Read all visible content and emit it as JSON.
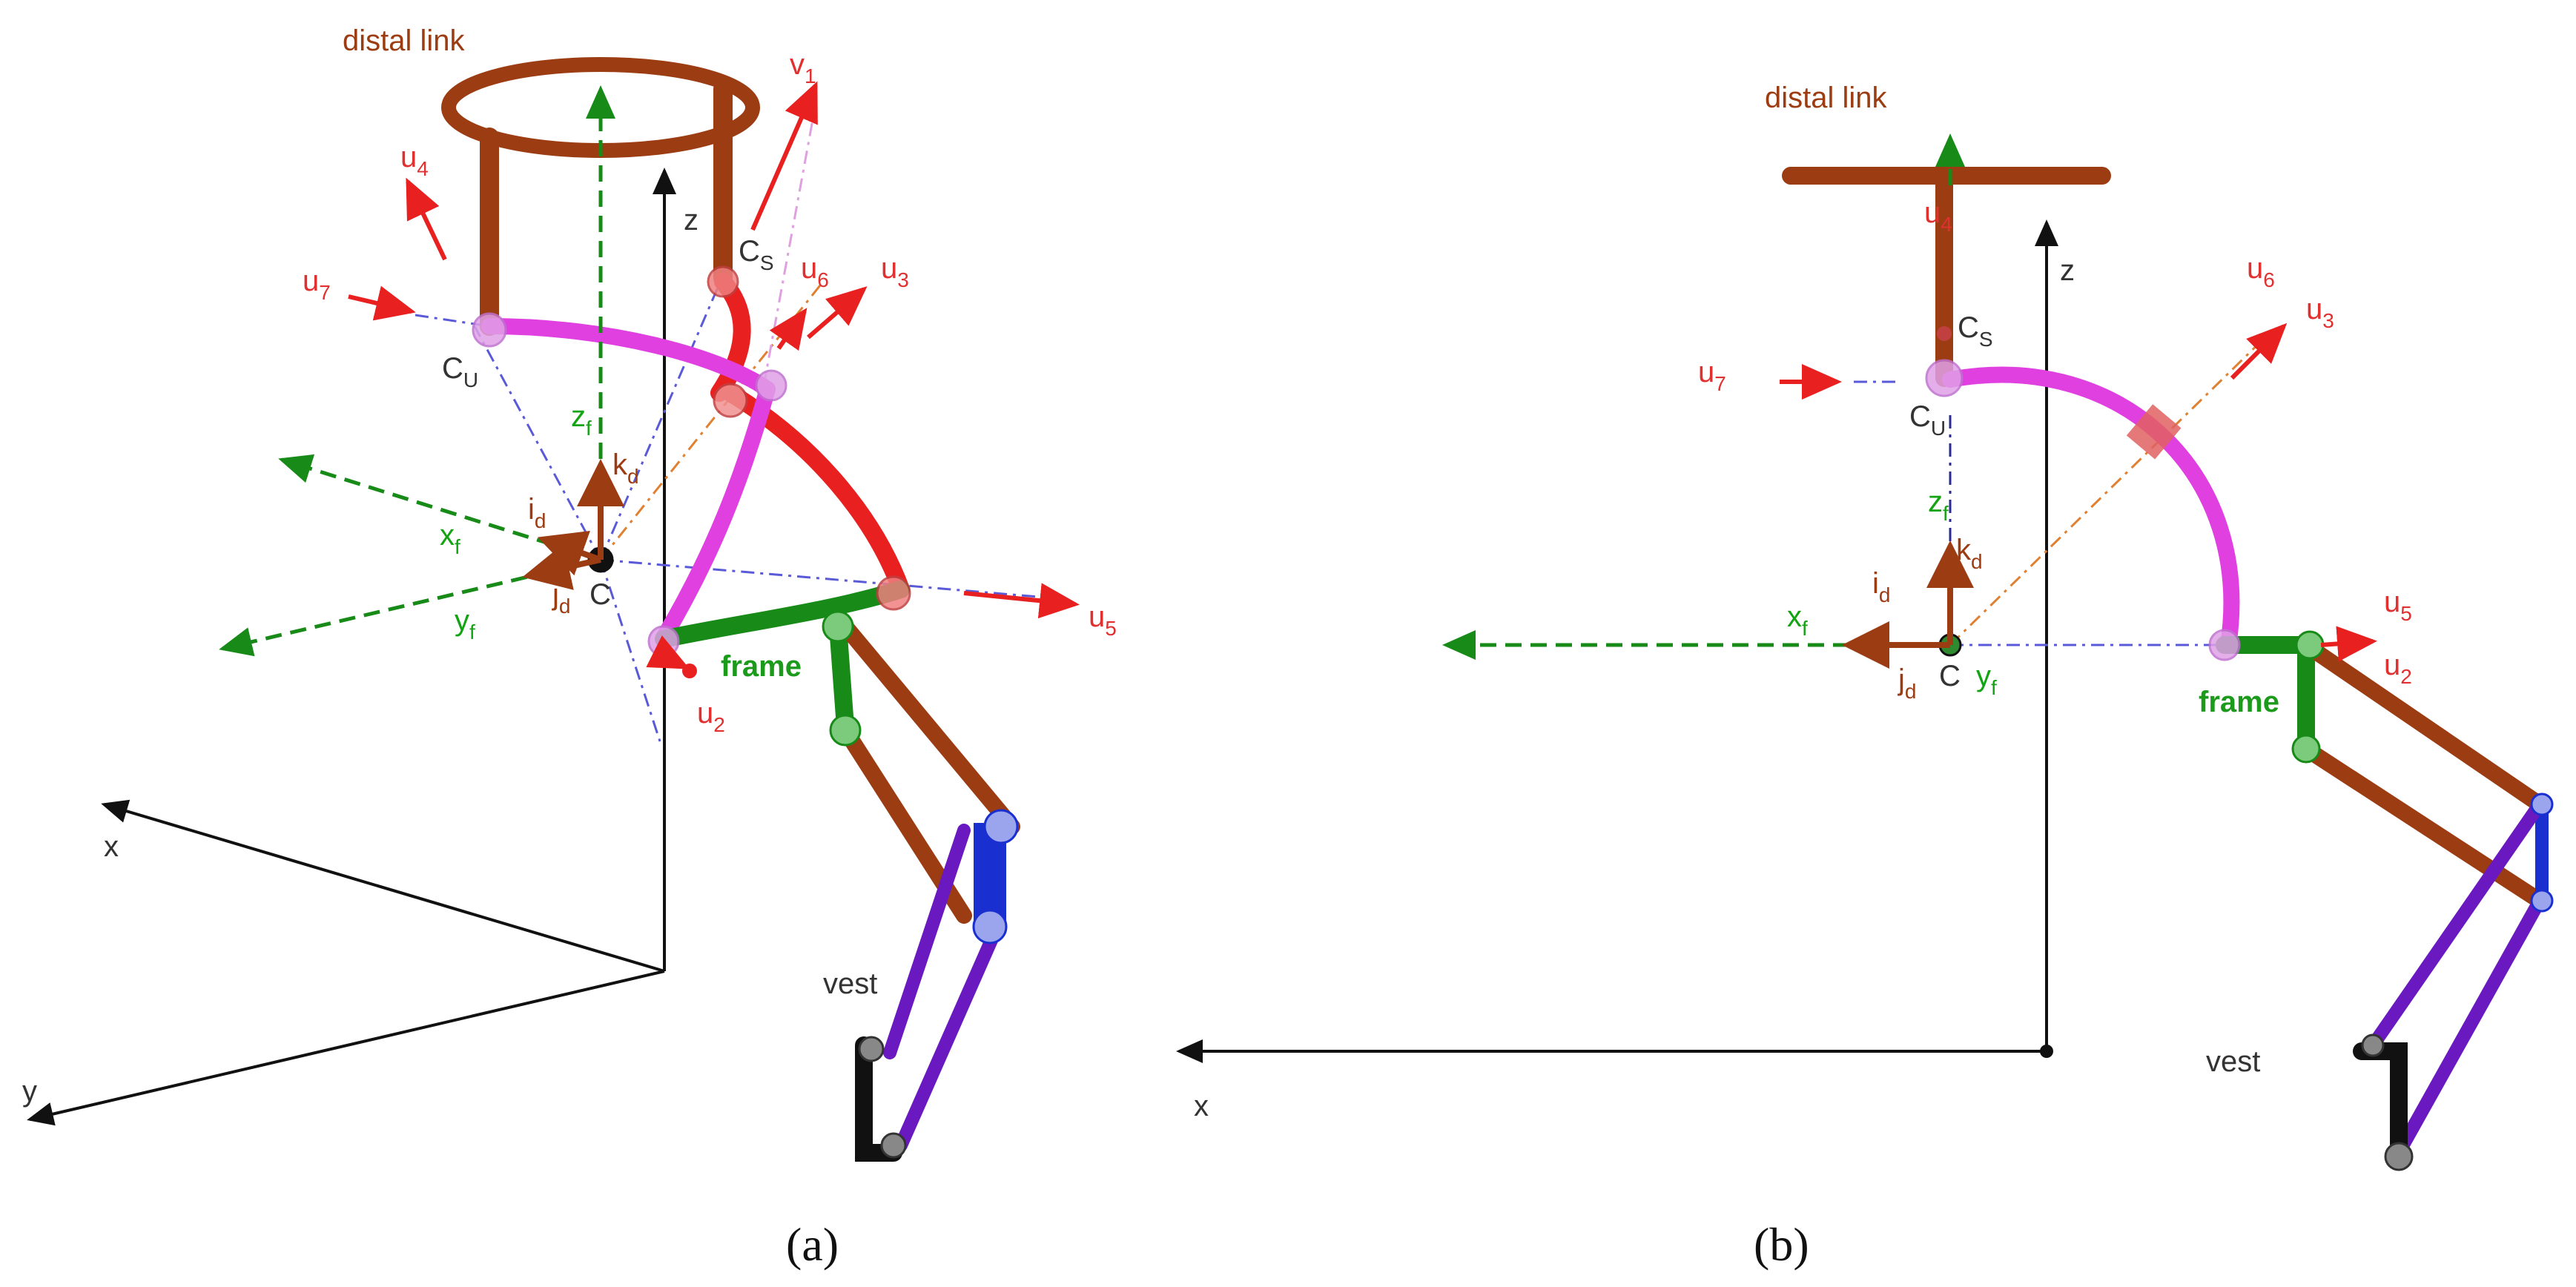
{
  "panel_a": {
    "caption": "(a)",
    "distal_link": "distal link",
    "frame": "frame",
    "vest": "vest",
    "axis_x": "x",
    "axis_y": "y",
    "axis_z": "z",
    "u2": "u",
    "u2_sub": "2",
    "u3": "u",
    "u3_sub": "3",
    "u4": "u",
    "u4_sub": "4",
    "u5": "u",
    "u5_sub": "5",
    "u6": "u",
    "u6_sub": "6",
    "u7": "u",
    "u7_sub": "7",
    "v1": "v",
    "v1_sub": "1",
    "cs": "C",
    "cs_sub": "S",
    "cu": "C",
    "cu_sub": "U",
    "c": "C",
    "zf": "z",
    "zf_sub": "f",
    "xf": "x",
    "xf_sub": "f",
    "yf": "y",
    "yf_sub": "f",
    "kd": "k",
    "kd_sub": "d",
    "id": "i",
    "id_sub": "d",
    "jd": "j",
    "jd_sub": "d"
  },
  "panel_b": {
    "caption": "(b)",
    "distal_link": "distal link",
    "frame": "frame",
    "vest": "vest",
    "axis_x": "x",
    "axis_z": "z",
    "u2": "u",
    "u2_sub": "2",
    "u3": "u",
    "u3_sub": "3",
    "u4": "u",
    "u4_sub": "4",
    "u5": "u",
    "u5_sub": "5",
    "u6": "u",
    "u6_sub": "6",
    "u7": "u",
    "u7_sub": "7",
    "cs": "C",
    "cs_sub": "S",
    "cu": "C",
    "cu_sub": "U",
    "c": "C",
    "zf": "z",
    "zf_sub": "f",
    "xf": "x",
    "xf_sub": "f",
    "yf": "y",
    "yf_sub": "f",
    "kd": "k",
    "kd_sub": "d",
    "id": "i",
    "id_sub": "d",
    "jd": "j",
    "jd_sub": "d"
  },
  "colors": {
    "brown": "#9c3c12",
    "red": "#e82020",
    "magenta": "#e040e0",
    "green": "#178a17",
    "blue": "#1a2fd0",
    "purple": "#6a18c0",
    "black": "#111111"
  }
}
